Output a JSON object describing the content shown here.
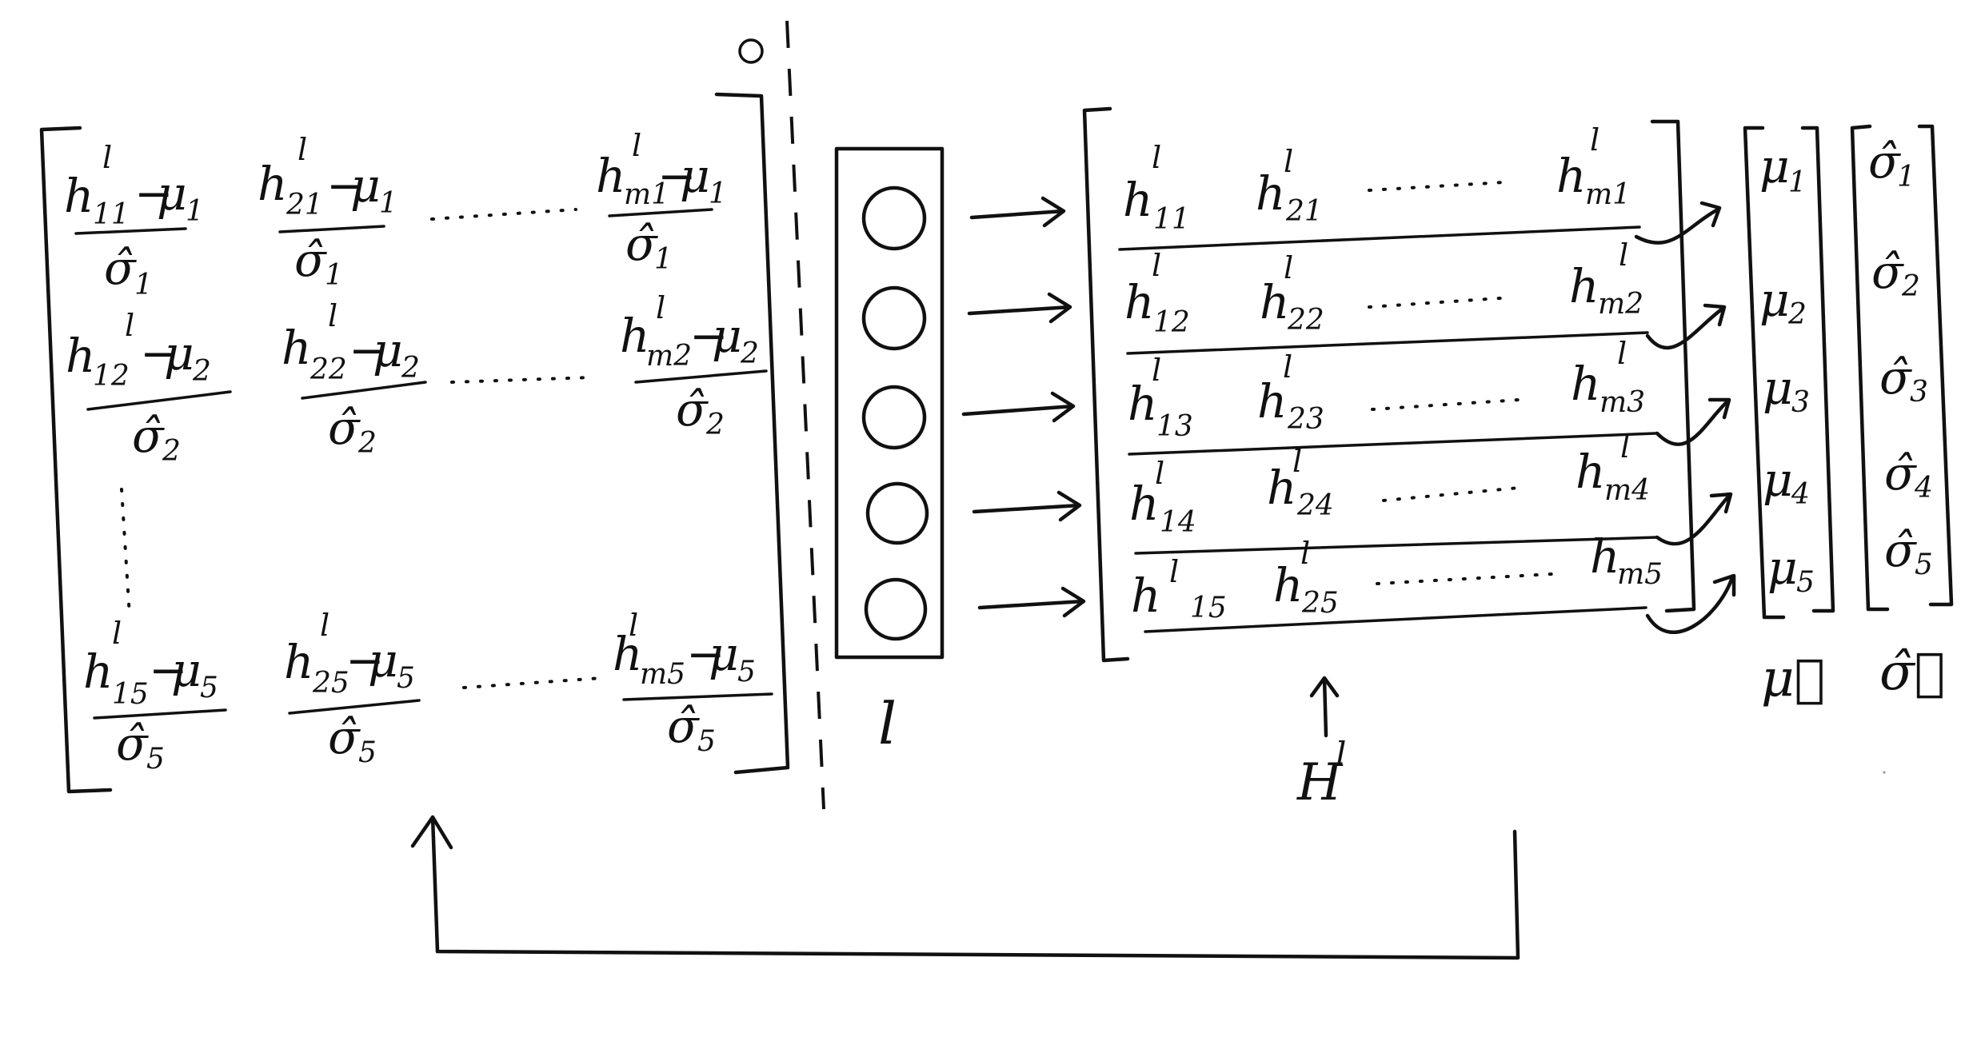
{
  "normalized": {
    "rows": [
      {
        "cells": [
          {
            "h": "h",
            "hsub": "11",
            "hsup": "l",
            "mu": "μ",
            "musub": "1",
            "sg": "σ̂",
            "sgsub": "1"
          },
          {
            "h": "h",
            "hsub": "21",
            "hsup": "l",
            "mu": "μ",
            "musub": "1",
            "sg": "σ̂",
            "sgsub": "1"
          },
          {
            "h": "h",
            "hsub": "m1",
            "hsup": "l",
            "mu": "μ",
            "musub": "1",
            "sg": "σ̂",
            "sgsub": "1"
          }
        ]
      },
      {
        "cells": [
          {
            "h": "h",
            "hsub": "12",
            "hsup": "l",
            "mu": "μ",
            "musub": "2",
            "sg": "σ̂",
            "sgsub": "2"
          },
          {
            "h": "h",
            "hsub": "22",
            "hsup": "l",
            "mu": "μ",
            "musub": "2",
            "sg": "σ̂",
            "sgsub": "2"
          },
          {
            "h": "h",
            "hsub": "m2",
            "hsup": "l",
            "mu": "μ",
            "musub": "2",
            "sg": "σ̂",
            "sgsub": "2"
          }
        ]
      },
      {
        "cells": [
          {
            "h": "h",
            "hsub": "15",
            "hsup": "l",
            "mu": "μ",
            "musub": "5",
            "sg": "σ̂",
            "sgsub": "5"
          },
          {
            "h": "h",
            "hsub": "25",
            "hsup": "l",
            "mu": "μ",
            "musub": "5",
            "sg": "σ̂",
            "sgsub": "5"
          },
          {
            "h": "h",
            "hsub": "m5",
            "hsup": "l",
            "mu": "μ",
            "musub": "5",
            "sg": "σ̂",
            "sgsub": "5"
          }
        ]
      }
    ]
  },
  "layer": {
    "label": "l",
    "neuron_count": 5
  },
  "activations": {
    "label": "H",
    "label_sup": "l",
    "rows": [
      {
        "c1": {
          "h": "h",
          "sub": "11",
          "sup": "l"
        },
        "c2": {
          "h": "h",
          "sub": "21",
          "sup": "l"
        },
        "c3": {
          "h": "h",
          "sub": "m1",
          "sup": "l"
        }
      },
      {
        "c1": {
          "h": "h",
          "sub": "12",
          "sup": "l"
        },
        "c2": {
          "h": "h",
          "sub": "22",
          "sup": "l"
        },
        "c3": {
          "h": "h",
          "sub": "m2",
          "sup": "l"
        }
      },
      {
        "c1": {
          "h": "h",
          "sub": "13",
          "sup": "l"
        },
        "c2": {
          "h": "h",
          "sub": "23",
          "sup": "l"
        },
        "c3": {
          "h": "h",
          "sub": "m3",
          "sup": "l"
        }
      },
      {
        "c1": {
          "h": "h",
          "sub": "14",
          "sup": "l"
        },
        "c2": {
          "h": "h",
          "sub": "24",
          "sup": "l"
        },
        "c3": {
          "h": "h",
          "sub": "m4",
          "sup": "l"
        }
      },
      {
        "c1": {
          "h": "h",
          "sub": "15",
          "sup": "l"
        },
        "c2": {
          "h": "h",
          "sub": "25",
          "sup": "l"
        },
        "c3": {
          "h": "h",
          "sub": "m5",
          "sup": ""
        }
      }
    ]
  },
  "mean_vector": {
    "label": "μ⃗",
    "items": [
      {
        "s": "μ",
        "sub": "1"
      },
      {
        "s": "μ",
        "sub": "2"
      },
      {
        "s": "μ",
        "sub": "3"
      },
      {
        "s": "μ",
        "sub": "4"
      },
      {
        "s": "μ",
        "sub": "5"
      }
    ]
  },
  "sigma_vector": {
    "label": "σ̂⃗",
    "items": [
      {
        "s": "σ̂",
        "sub": "1"
      },
      {
        "s": "σ̂",
        "sub": "2"
      },
      {
        "s": "σ̂",
        "sub": "3"
      },
      {
        "s": "σ̂",
        "sub": "4"
      },
      {
        "s": "σ̂",
        "sub": "5"
      }
    ]
  }
}
